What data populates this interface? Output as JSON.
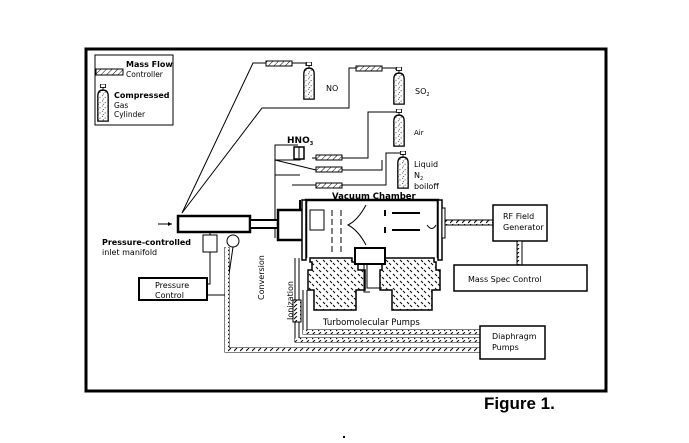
{
  "figure": {
    "caption": "Figure 1.",
    "colors": {
      "ink": "#000000",
      "paper": "#ffffff"
    }
  },
  "legend": {
    "items": [
      {
        "icon": "mass-flow-controller-icon",
        "line1": "Mass Flow",
        "line2": "Controller"
      },
      {
        "icon": "gas-cylinder-icon",
        "line1": "Compressed",
        "line2": "Gas",
        "line3": "Cylinder"
      }
    ]
  },
  "gases": {
    "no": "NO",
    "so2": "SO",
    "so2_sub": "2",
    "air": "Air",
    "hno3": "HNO",
    "hno3_sub": "3",
    "ln2_line1": "Liquid",
    "ln2_line2": "N",
    "ln2_sub": "2",
    "ln2_line3": "boiloff"
  },
  "components": {
    "inlet_line1": "Pressure-controlled",
    "inlet_line2": "inlet manifold",
    "pressure_control_line1": "Pressure",
    "pressure_control_line2": "Control",
    "conversion": "Conversion",
    "ionization": "Ionization",
    "vacuum_chamber": "Vacuum Chamber",
    "rf_line1": "RF Field",
    "rf_line2": "Generator",
    "mass_spec_control": "Mass Spec Control",
    "turbo_pumps": "Turbomolecular Pumps",
    "diaphragm_line1": "Diaphragm",
    "diaphragm_line2": "Pumps"
  }
}
